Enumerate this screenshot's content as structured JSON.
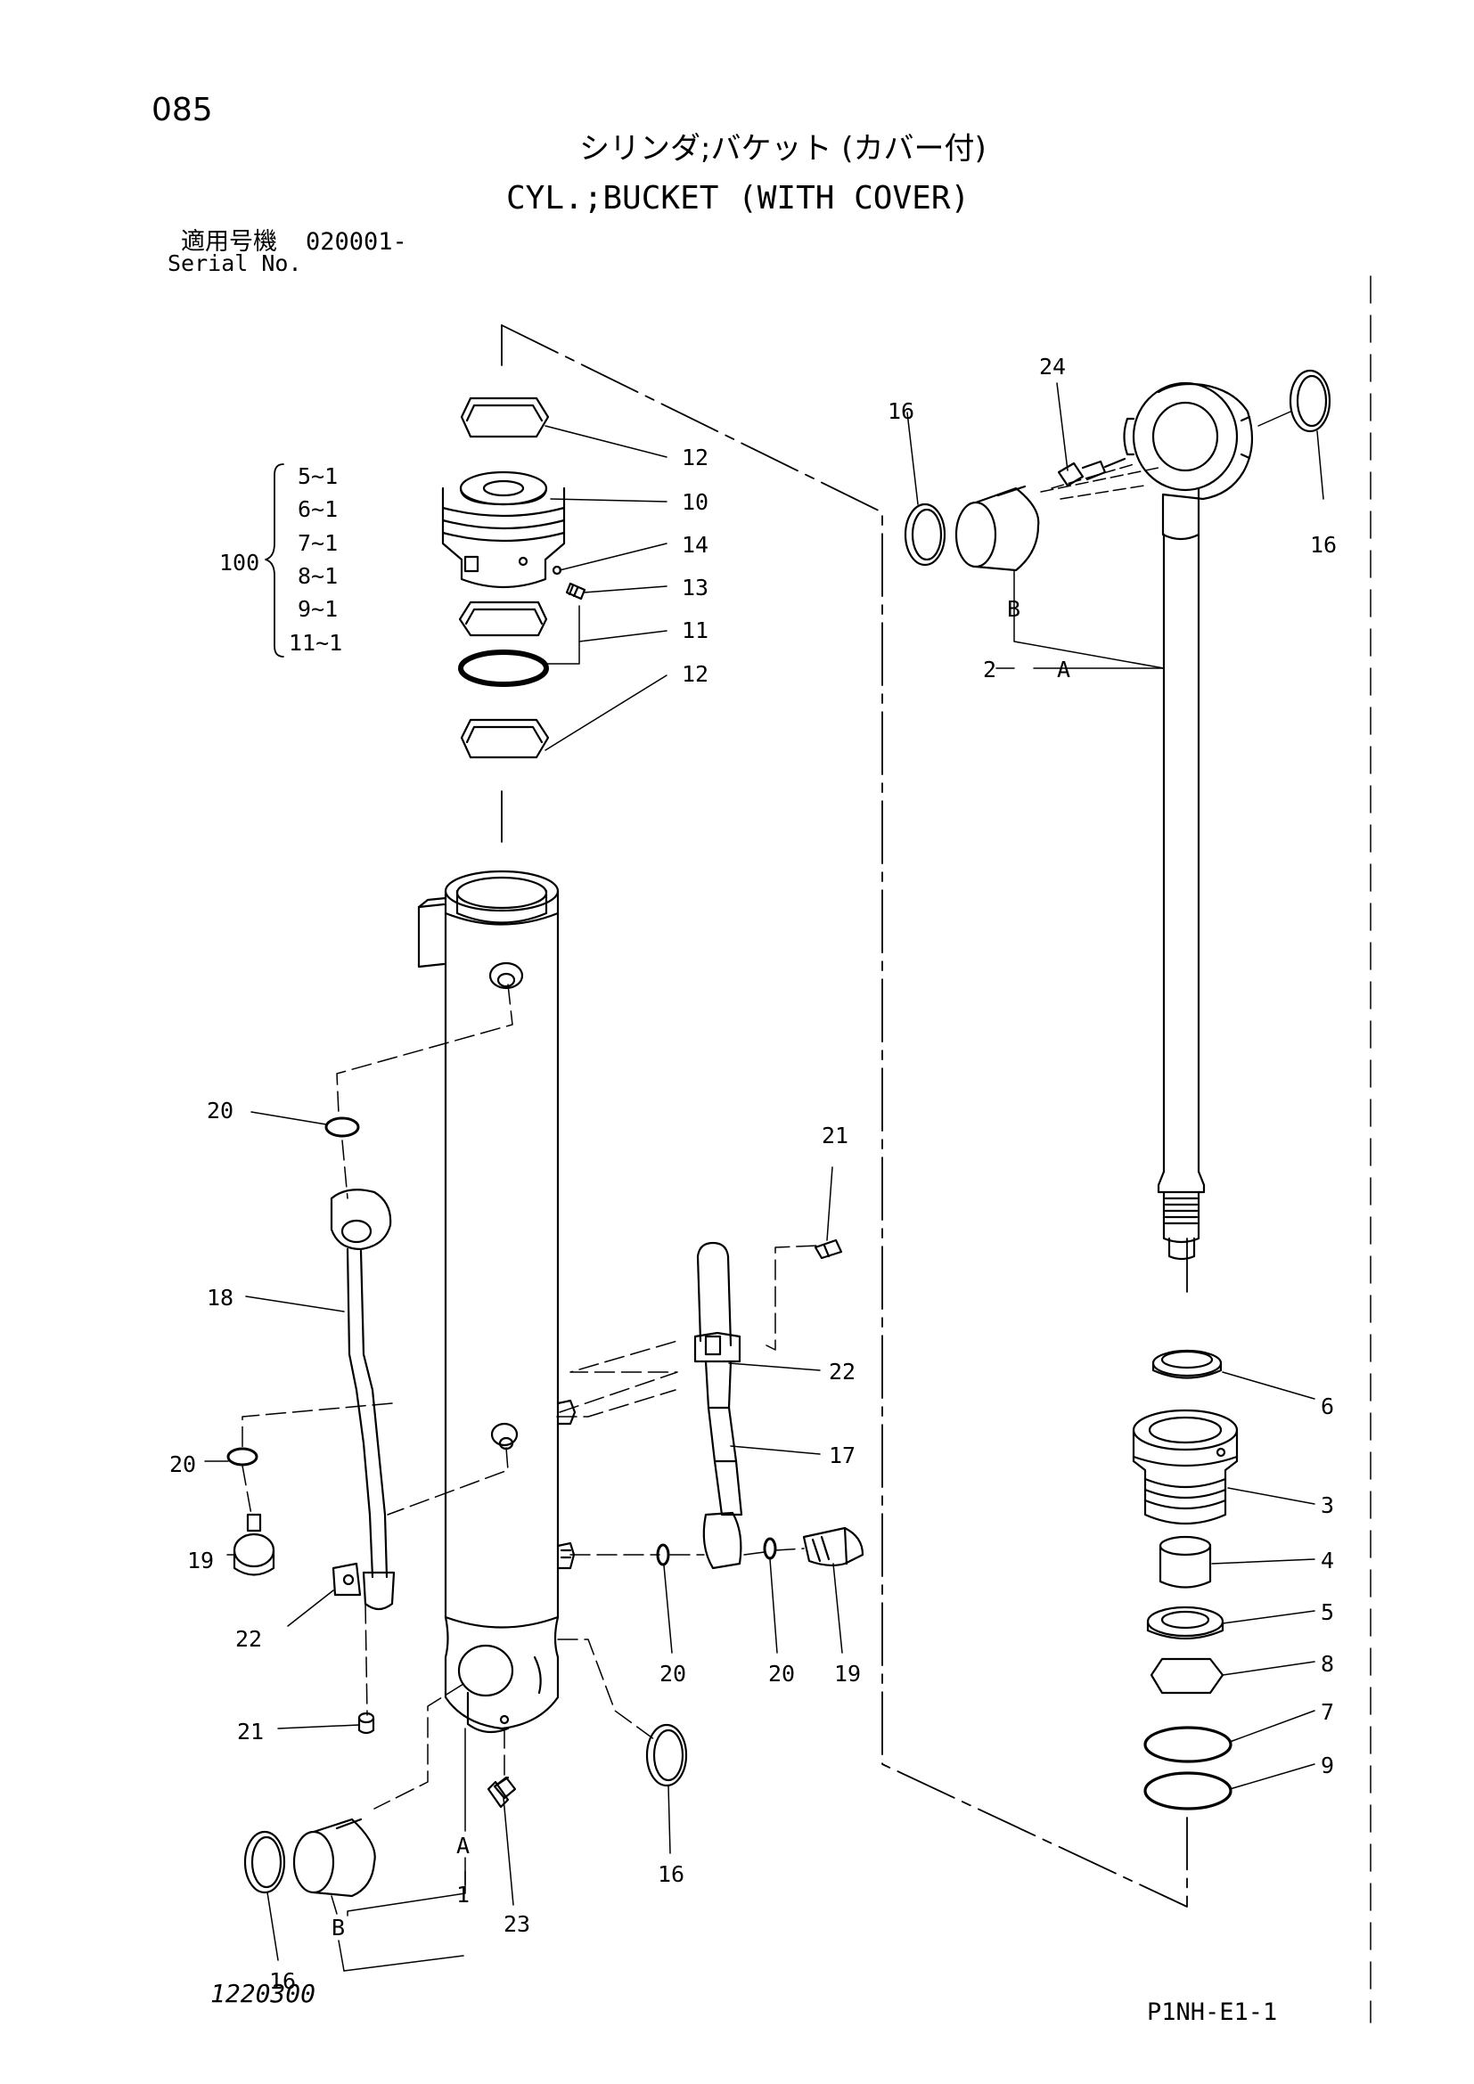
{
  "page_number": "085",
  "title_jp": "シリンダ;バケット (カバー付)",
  "title_en": "CYL.;BUCKET (WITH COVER)",
  "serial": {
    "label_jp": "適用号機",
    "value": "020001-",
    "label_en": "Serial No."
  },
  "kit": {
    "number": "100",
    "items": [
      "5~1",
      "6~1",
      "7~1",
      "8~1",
      "9~1",
      "11~1"
    ]
  },
  "part_labels": {
    "p12a": "12",
    "p10": "10",
    "p14": "14",
    "p13": "13",
    "p11": "11",
    "p12b": "12",
    "p16_rod_l": "16",
    "p24": "24",
    "p16_rod_r": "16",
    "pB_rod": "B",
    "p2": "2",
    "pA_rod": "A",
    "p20_top": "20",
    "p21_top": "21",
    "p18": "18",
    "p22_right": "22",
    "p17": "17",
    "p20_mid": "20",
    "p19_left": "19",
    "p22_left": "22",
    "p21_bot": "21",
    "p20_b1": "20",
    "p20_b2": "20",
    "p19_right": "19",
    "p16_bot_mid": "16",
    "pA_tube": "A",
    "p1": "1",
    "pB_tube": "B",
    "p23": "23",
    "p16_bot_left": "16",
    "p6": "6",
    "p3": "3",
    "p4": "4",
    "p5": "5",
    "p8": "8",
    "p7": "7",
    "p9": "9"
  },
  "figure_code": "1220300",
  "sheet_code": "P1NH-E1-1"
}
